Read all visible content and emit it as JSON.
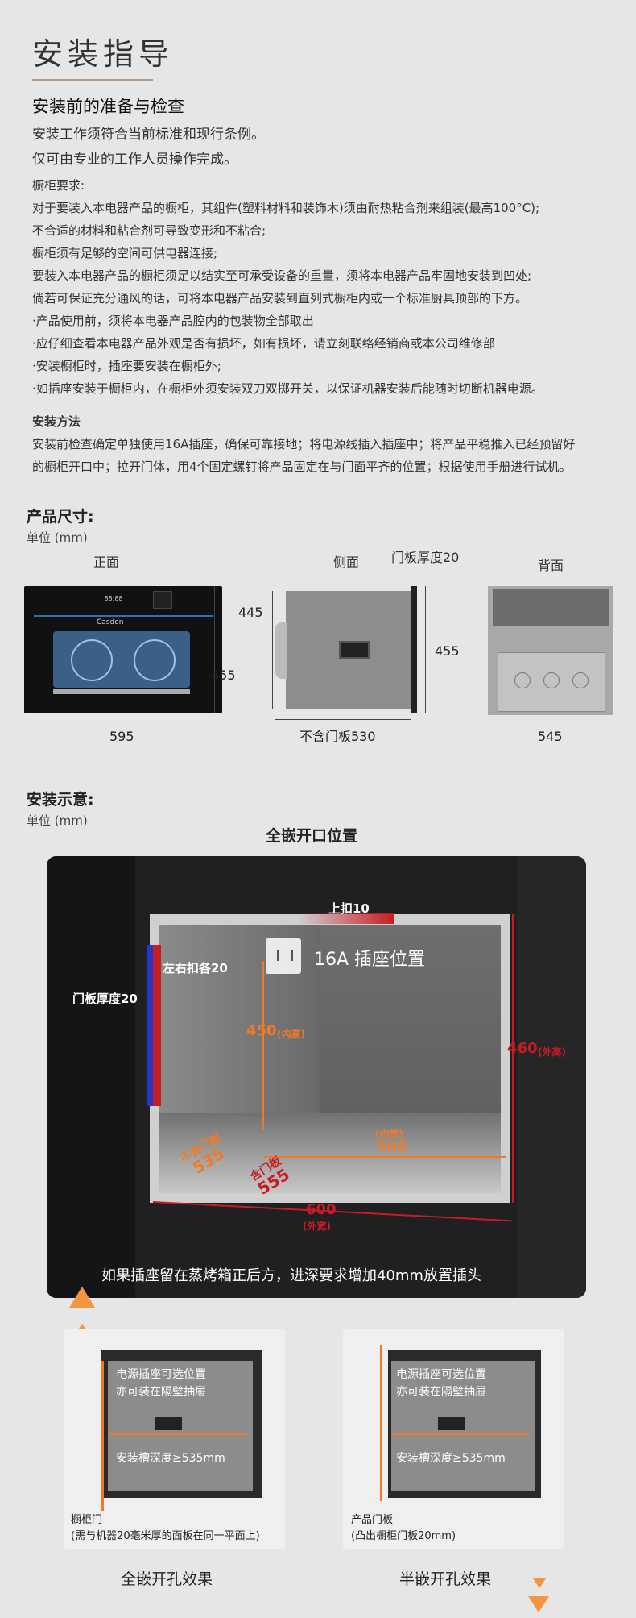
{
  "title": "安装指导",
  "prep": {
    "heading": "安装前的准备与检查",
    "line1": "安装工作须符合当前标准和现行条例。",
    "line2": "仅可由专业的工作人员操作完成。",
    "cabinet_heading": "橱柜要求:",
    "lines": [
      "对于要装入本电器产品的橱柜，其组件(塑料材料和装饰木)须由耐热粘合剂来组装(最高100°C);",
      "不合适的材料和粘合剂可导致变形和不粘合;",
      "橱柜须有足够的空间可供电器连接;",
      "要装入本电器产品的橱柜须足以结实至可承受设备的重量，须将本电器产品牢固地安装到凹处;",
      "倘若可保证充分通风的话，可将本电器产品安装到直列式橱柜内或一个标准厨具顶部的下方。",
      "·产品使用前，须将本电器产品腔内的包装物全部取出",
      "·应仔细查看本电器产品外观是否有损坏，如有损坏，请立刻联络经销商或本公司维修部",
      "·安装橱柜时，插座要安装在橱柜外;",
      "·如插座安装于橱柜内，在橱柜外须安装双刀双掷开关，以保证机器安装后能随时切断机器电源。"
    ],
    "method_heading": "安装方法",
    "method_lines": [
      "安装前检查确定单独使用16A插座，确保可靠接地；将电源线插入插座中；将产品平稳推入已经预留好",
      "的橱柜开口中；拉开门体，用4个固定螺钉将产品固定在与门面平齐的位置；根据使用手册进行试机。"
    ]
  },
  "size": {
    "heading": "产品尺寸:",
    "unit": "单位 (mm)",
    "front_label": "正面",
    "side_label": "侧面",
    "back_label": "背面",
    "door_thickness": "门板厚度20",
    "brand": "Casdon",
    "front_width": "595",
    "front_height": "455",
    "side_height_left": "445",
    "side_height_right": "455",
    "side_depth": "不含门板530",
    "back_width": "545"
  },
  "install": {
    "heading": "安装示意:",
    "unit": "单位 (mm)",
    "diagram_title": "全嵌开口位置",
    "top_buckle": "上扣10",
    "side_buckle": "左右扣各20",
    "door_thick": "门板厚度20",
    "socket": "16A 插座位置",
    "inner_h": "450",
    "inner_h_tag": "(内高)",
    "outer_h": "460",
    "outer_h_tag": "(外高)",
    "inner_w_tag": "(内宽)",
    "inner_w": "560",
    "outer_w": "600",
    "outer_w_tag": "(外宽)",
    "depth_no_door": "不含门板",
    "depth_no_door_val": "535",
    "depth_door": "含门板",
    "depth_door_val": "555",
    "note": "如果插座留在蒸烤箱正后方，进深要求增加40mm放置插头"
  },
  "cards": {
    "socket_line1": "电源插座可选位置",
    "socket_line2": "亦可装在隔壁抽屉",
    "depth": "安装槽深度≥535mm",
    "left_cap1": "橱柜门",
    "left_cap2": "(需与机器20毫米厚的面板在同一平面上)",
    "right_cap1": "产品门板",
    "right_cap2": "(凸出橱柜门板20mm)",
    "left_title": "全嵌开孔效果",
    "right_title": "半嵌开孔效果"
  },
  "colors": {
    "accent": "#f07a2a",
    "red": "#c71c23",
    "rule": "#b69a83"
  }
}
